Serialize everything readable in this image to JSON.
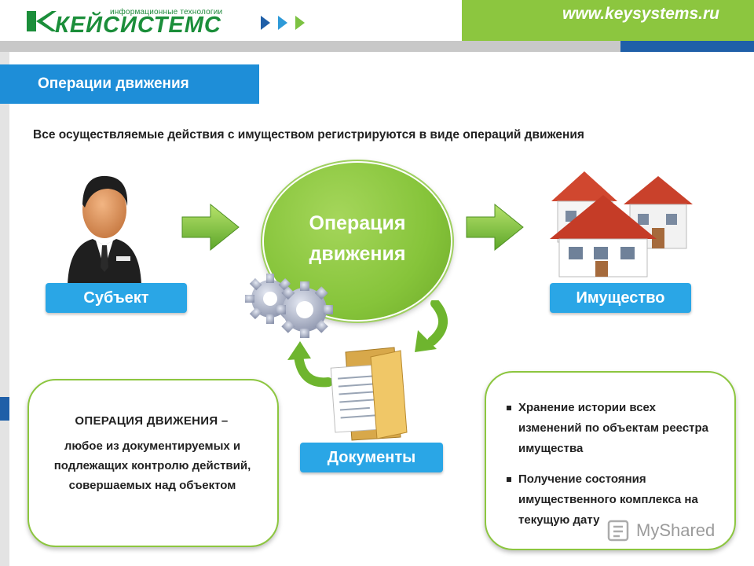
{
  "header": {
    "logo_tagline": "информационные технологии",
    "logo_name": "КЕЙСИСТЕМС",
    "site_url": "www.keysystems.ru"
  },
  "slide": {
    "title": "Операции движения",
    "subtitle": "Все осуществляемые действия с имуществом регистрируются в виде операций движения"
  },
  "diagram": {
    "subject_label": "Субъект",
    "operation_line1": "Операция",
    "operation_line2": "движения",
    "property_label": "Имущество",
    "documents_label": "Документы"
  },
  "definition_box": {
    "title": "ОПЕРАЦИЯ ДВИЖЕНИЯ –",
    "body": "любое из документируемых и подлежащих контролю действий, совершаемых над объектом"
  },
  "benefits_box": {
    "items": [
      "Хранение истории всех изменений по объектам реестра имущества",
      "Получение состояния имущественного комплекса на текущую дату"
    ]
  },
  "watermark": "MyShared",
  "colors": {
    "brand_green": "#1b8e3a",
    "accent_green": "#8cc63f",
    "accent_blue": "#2aa6e6",
    "title_blue": "#1e8ed8",
    "dark_blue": "#1f5fa8"
  }
}
